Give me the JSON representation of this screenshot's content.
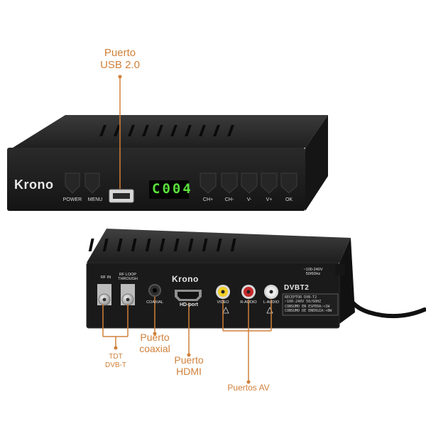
{
  "callouts": {
    "usb": "Puerto\nUSB 2.0",
    "coaxial": "Puerto\ncoaxial",
    "hdmi": "Puerto\nHDMI",
    "tdt": "TDT\nDVB-T",
    "av": "Puertos AV"
  },
  "front": {
    "brand": "Krono",
    "display": "C004",
    "buttons": {
      "power": "POWER",
      "menu": "MENU",
      "ch_plus": "CH+",
      "ch_minus": "CH-",
      "vol_minus": "V-",
      "vol_plus": "V+",
      "ok": "OK"
    }
  },
  "rear": {
    "brand": "Krono",
    "rf_in": "RF IN",
    "rf_loop": "RF LOOP\nTHROUGH",
    "coaxial": "COAXIAL",
    "hd_port": "HD-port",
    "video": "VIDEO",
    "r_audio": "R-AUDIO",
    "l_audio": "L-AUDIO",
    "power_rating": "~100-240V\n50/60Hz",
    "model_logo": "DVBT2",
    "spec_plate": "RECEPTOR DVB-T2\n~100-240V 50/60HZ\nCONSUMO EN ESPERA:<1W\nCONSUMO DE ENERGIA:<8W"
  },
  "colors": {
    "callout": "#d0803a",
    "case": "#1b1b1b",
    "lcd": "#59e03a"
  }
}
